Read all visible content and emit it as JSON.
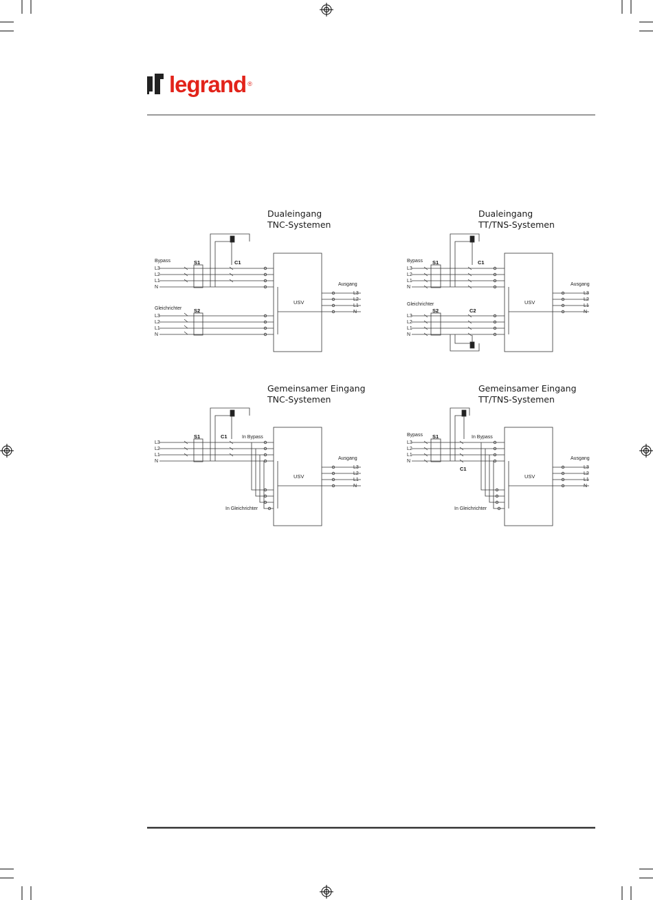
{
  "brand": {
    "logo_text": "legrand",
    "registered": "®"
  },
  "diagrams": [
    {
      "title_line1": "Dualeingang",
      "title_line2": "TNC-Systemen",
      "labels": {
        "bypass": "Bypass",
        "rectifier": "Gleichrichter",
        "s1": "S1",
        "s2": "S2",
        "c1": "C1",
        "ups": "USV",
        "output": "Ausgang",
        "in_phases": [
          "L3",
          "L2",
          "L1",
          "N"
        ],
        "out_phases": [
          "L3",
          "L2",
          "L1",
          "N"
        ]
      }
    },
    {
      "title_line1": "Dualeingang",
      "title_line2": "TT/TNS-Systemen",
      "labels": {
        "bypass": "Bypass",
        "rectifier": "Gleichrichter",
        "s1": "S1",
        "s2": "S2",
        "c1": "C1",
        "c2": "C2",
        "ups": "USV",
        "output": "Ausgang",
        "in_phases": [
          "L3",
          "L2",
          "L1",
          "N"
        ],
        "out_phases": [
          "L3",
          "L2",
          "L1",
          "N"
        ]
      }
    },
    {
      "title_line1": "Gemeinsamer Eingang",
      "title_line2": "TNC-Systemen",
      "labels": {
        "s1": "S1",
        "c1": "C1",
        "in_bypass": "In Bypass",
        "in_rectifier": "In Gleichrichter",
        "ups": "USV",
        "output": "Ausgang",
        "in_phases": [
          "L3",
          "L2",
          "L1",
          "N"
        ],
        "out_phases": [
          "L3",
          "L2",
          "L1",
          "N"
        ]
      }
    },
    {
      "title_line1": "Gemeinsamer Eingang",
      "title_line2": "TT/TNS-Systemen",
      "labels": {
        "bypass": "Bypass",
        "s1": "S1",
        "c1": "C1",
        "in_bypass": "In Bypass",
        "in_rectifier": "In Gleichrichter",
        "ups": "USV",
        "output": "Ausgang",
        "in_phases": [
          "L3",
          "L2",
          "L1",
          "N"
        ],
        "out_phases": [
          "L3",
          "L2",
          "L1",
          "N"
        ]
      }
    }
  ]
}
